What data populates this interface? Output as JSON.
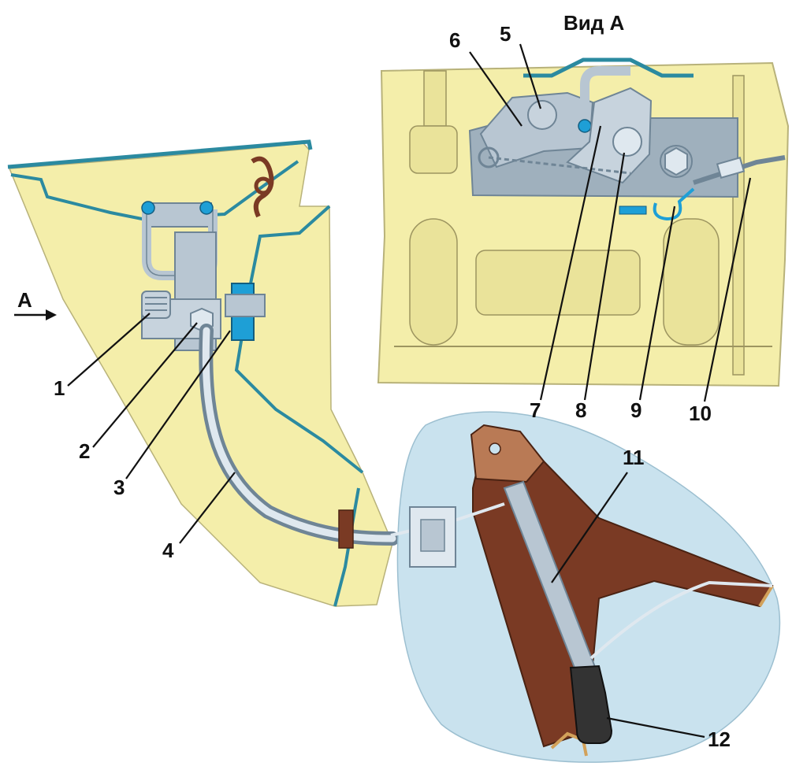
{
  "diagram": {
    "view_title": "Вид А",
    "view_arrow_label": "А",
    "callouts": [
      "1",
      "2",
      "3",
      "4",
      "5",
      "6",
      "7",
      "8",
      "9",
      "10",
      "11",
      "12"
    ]
  },
  "colors": {
    "panel_yellow": "#f4eeaa",
    "metal_blue": "#2b8aa0",
    "steel_gray": "#b8c6d2",
    "steel_dark": "#6f8596",
    "brown": "#7a3a24",
    "brown_light": "#b97a55",
    "sky": "#c9e2ee",
    "ink": "#111111"
  }
}
